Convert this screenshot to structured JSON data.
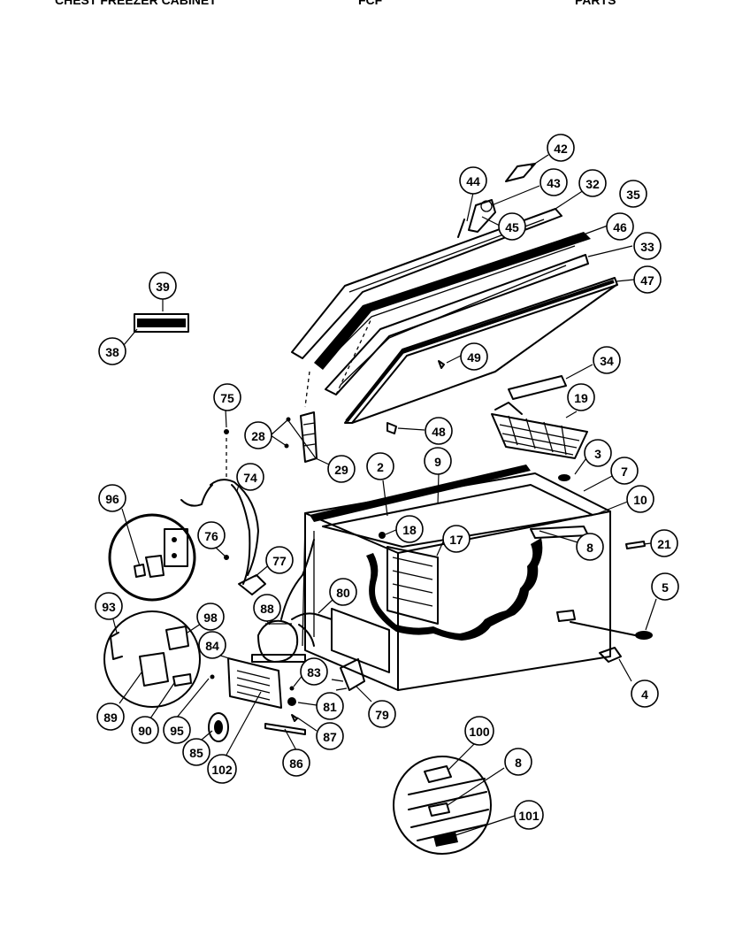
{
  "header": {
    "left": "CHEST FREEZER CABINET",
    "center": "FCF",
    "right": "PARTS"
  },
  "callouts": [
    {
      "key": "42",
      "label": "42"
    },
    {
      "key": "44",
      "label": "44"
    },
    {
      "key": "43",
      "label": "43"
    },
    {
      "key": "32",
      "label": "32"
    },
    {
      "key": "35",
      "label": "35"
    },
    {
      "key": "45",
      "label": "45"
    },
    {
      "key": "46",
      "label": "46"
    },
    {
      "key": "33",
      "label": "33"
    },
    {
      "key": "47",
      "label": "47"
    },
    {
      "key": "39",
      "label": "39"
    },
    {
      "key": "38",
      "label": "38"
    },
    {
      "key": "49",
      "label": "49"
    },
    {
      "key": "34",
      "label": "34"
    },
    {
      "key": "75",
      "label": "75"
    },
    {
      "key": "19",
      "label": "19"
    },
    {
      "key": "28",
      "label": "28"
    },
    {
      "key": "48",
      "label": "48"
    },
    {
      "key": "29",
      "label": "29"
    },
    {
      "key": "2",
      "label": "2"
    },
    {
      "key": "9",
      "label": "9"
    },
    {
      "key": "3",
      "label": "3"
    },
    {
      "key": "7",
      "label": "7"
    },
    {
      "key": "74",
      "label": "74"
    },
    {
      "key": "96",
      "label": "96"
    },
    {
      "key": "10",
      "label": "10"
    },
    {
      "key": "18",
      "label": "18"
    },
    {
      "key": "17",
      "label": "17"
    },
    {
      "key": "76",
      "label": "76"
    },
    {
      "key": "8a",
      "label": "8"
    },
    {
      "key": "21",
      "label": "21"
    },
    {
      "key": "77",
      "label": "77"
    },
    {
      "key": "80",
      "label": "80"
    },
    {
      "key": "5",
      "label": "5"
    },
    {
      "key": "93",
      "label": "93"
    },
    {
      "key": "88",
      "label": "88"
    },
    {
      "key": "98",
      "label": "98"
    },
    {
      "key": "84",
      "label": "84"
    },
    {
      "key": "83",
      "label": "83"
    },
    {
      "key": "4",
      "label": "4"
    },
    {
      "key": "89",
      "label": "89"
    },
    {
      "key": "90",
      "label": "90"
    },
    {
      "key": "95",
      "label": "95"
    },
    {
      "key": "81",
      "label": "81"
    },
    {
      "key": "79",
      "label": "79"
    },
    {
      "key": "87",
      "label": "87"
    },
    {
      "key": "100",
      "label": "100"
    },
    {
      "key": "85",
      "label": "85"
    },
    {
      "key": "102",
      "label": "102"
    },
    {
      "key": "86",
      "label": "86"
    },
    {
      "key": "8b",
      "label": "8"
    },
    {
      "key": "101",
      "label": "101"
    }
  ]
}
